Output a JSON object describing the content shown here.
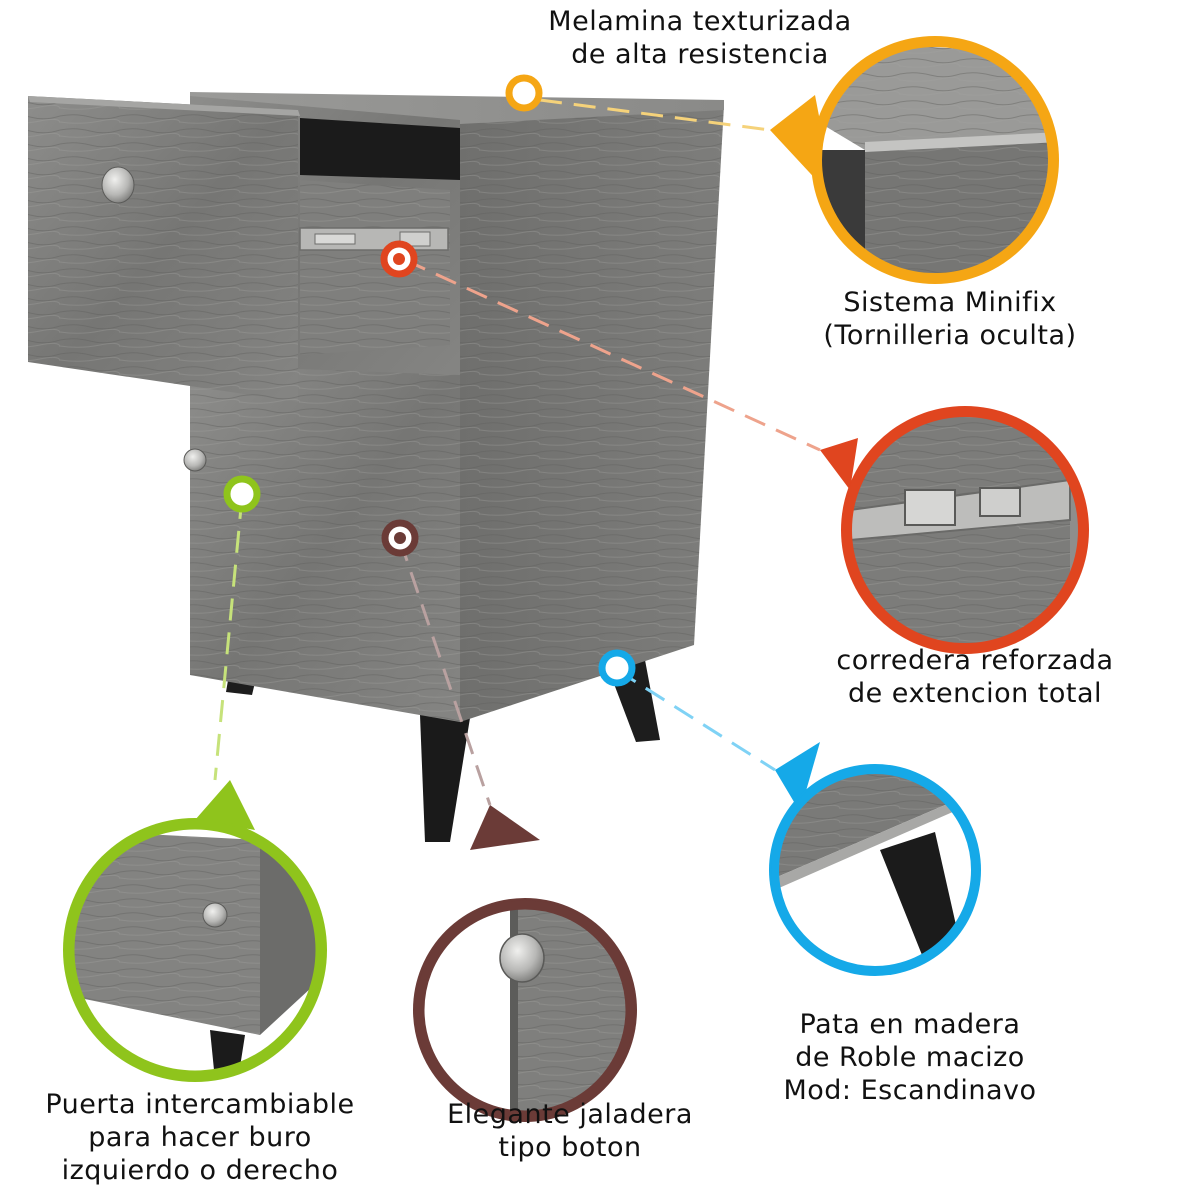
{
  "accent_colors": {
    "melamina": "#f5a614",
    "minifix": "#f5a614",
    "corredera": "#e0451f",
    "pata": "#15a9e8",
    "puerta": "#8fc41c",
    "jaladera": "#6b3b37"
  },
  "callouts": {
    "melamina": {
      "lines": [
        "Melamina texturizada",
        "de alta resistencia"
      ]
    },
    "minifix": {
      "lines": [
        "Sistema Minifix",
        "(Tornilleria oculta)"
      ]
    },
    "corredera": {
      "lines": [
        "corredera reforzada",
        "de extencion total"
      ]
    },
    "pata": {
      "lines": [
        "Pata en madera",
        "de Roble macizo",
        "Mod: Escandinavo"
      ]
    },
    "puerta": {
      "lines": [
        "Puerta intercambiable",
        "para hacer buro",
        "izquierdo o derecho"
      ]
    },
    "jaladera": {
      "lines": [
        "Elegante jaladera",
        "tipo boton"
      ]
    }
  }
}
